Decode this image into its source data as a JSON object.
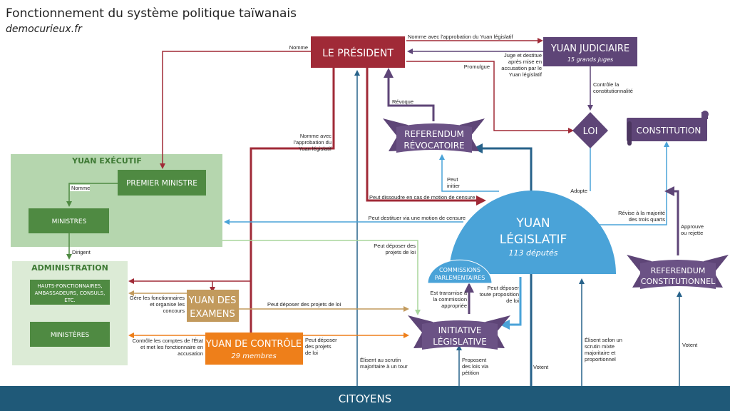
{
  "header": {
    "title": "Fonctionnement du système politique taïwanais",
    "source": "democurieux.fr"
  },
  "colors": {
    "president": "#a02a37",
    "purple": "#5e4577",
    "legislatif": "#4aa3d8",
    "citoyens": "#1f5978",
    "executif_bg": "#b5d6ae",
    "admin_bg": "#dcebd6",
    "green_box": "#4f8a42",
    "examens": "#c29a5d",
    "controle": "#ee7f1a",
    "dark_blue_line": "#27628a"
  },
  "nodes": {
    "president": {
      "label": "LE PRÉSIDENT"
    },
    "judiciaire": {
      "label": "YUAN JUDICIAIRE",
      "sub": "15 grands juges"
    },
    "loi": {
      "label": "LOI"
    },
    "constitution": {
      "label": "CONSTITUTION"
    },
    "ref_revocatoire": {
      "line1": "REFERENDUM",
      "line2": "RÉVOCATOIRE"
    },
    "executif": {
      "label": "YUAN EXÉCUTIF"
    },
    "premier_ministre": {
      "label": "PREMIER MINISTRE"
    },
    "ministres": {
      "label": "MINISTRES"
    },
    "administration": {
      "label": "ADMINISTRATION"
    },
    "hauts_fonctionnaires": {
      "line1": "HAUTS-FONCTIONNAIRES,",
      "line2": "AMBASSADEURS, CONSULS,",
      "line3": "ETC."
    },
    "ministeres": {
      "label": "MINISTÈRES"
    },
    "examens": {
      "line1": "YUAN DES",
      "line2": "EXAMENS"
    },
    "controle": {
      "label": "YUAN DE CONTRÔLE",
      "sub": "29 membres"
    },
    "legislatif": {
      "line1": "YUAN",
      "line2": "LÉGISLATIF",
      "sub": "113 députés"
    },
    "commissions": {
      "line1": "COMMISSIONS",
      "line2": "PARLEMENTAIRES"
    },
    "initiative": {
      "line1": "INITIATIVE",
      "line2": "LÉGISLATIVE"
    },
    "ref_constitutionnel": {
      "line1": "REFERENDUM",
      "line2": "CONSTITUTIONNEL"
    },
    "citoyens": {
      "label": "CITOYENS"
    }
  },
  "edges": {
    "nomme_pm": "Nomme",
    "nomme_judiciaire": "Nomme avec l'approbation du Yuan législatif",
    "juge_destitue": [
      "Juge et destitue",
      "après mise en",
      "accusation par le",
      "Yuan législatif"
    ],
    "promulgue": "Promulgue",
    "controle_constit": [
      "Contrôle la",
      "constitutionnalité"
    ],
    "revoque": "Révoque",
    "nomme_avec_approbation": [
      "Nomme avec",
      "l'approbation du",
      "Yuan législatif"
    ],
    "nomme_ministres": "Nomme",
    "dirigent": "Dirigent",
    "peut_initier": [
      "Peut",
      "initier"
    ],
    "peut_dissoudre": "Peut dissoudre en cas de motion de censure",
    "peut_destituer": "Peut destituer via une motion de censure",
    "adopte": "Adopte",
    "revise": [
      "Révise à la majorité",
      "des trois quarts"
    ],
    "approuve": [
      "Approuve",
      "ou rejette"
    ],
    "deposer_exec": [
      "Peut déposer des",
      "projets de loi"
    ],
    "gere_fonctionnaires": [
      "Gère les fonctionnaires",
      "et organise les",
      "concours"
    ],
    "deposer_examens": "Peut déposer des projets de loi",
    "controle_comptes": [
      "Contrôle les comptes de l'État",
      "et met les fonctionnaire en",
      "accusation"
    ],
    "deposer_controle": [
      "Peut déposer",
      "des projets",
      "de loi"
    ],
    "transmise": [
      "Est transmise à",
      "la commission",
      "appropriée"
    ],
    "deposer_proposition": [
      "Peut déposer",
      "toute proposition",
      "de loi"
    ],
    "elisent_president": [
      "Élisent au scrutin",
      "majoritaire à un tour"
    ],
    "proposent_petition": [
      "Proposent",
      "des lois via",
      "pétition"
    ],
    "votent_revocatoire": "Votent",
    "elisent_legislatif": [
      "Élisent selon un",
      "scrutin mixte",
      "majoritaire et",
      "proportionnel"
    ],
    "votent_constitutionnel": "Votent"
  }
}
